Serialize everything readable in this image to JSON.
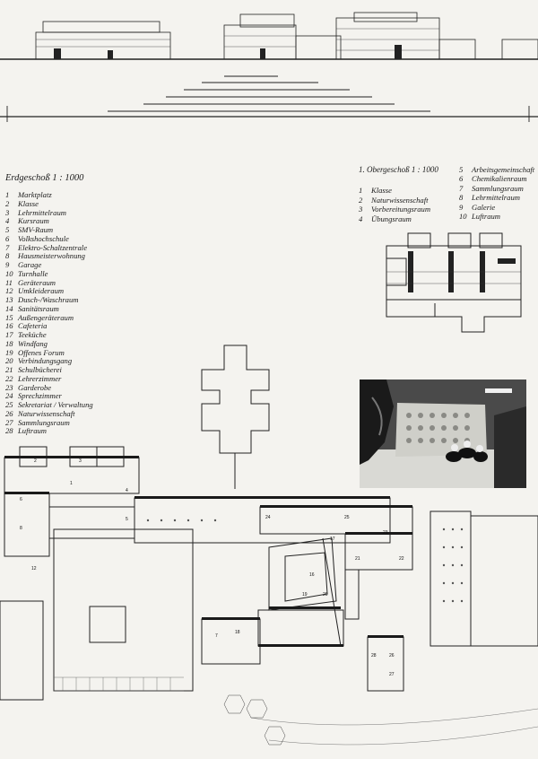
{
  "ground_floor": {
    "title": "Erdgeschoß 1 : 1000",
    "rooms": [
      {
        "n": "1",
        "label": "Marktplatz"
      },
      {
        "n": "2",
        "label": "Klasse"
      },
      {
        "n": "3",
        "label": "Lehrmittelraum"
      },
      {
        "n": "4",
        "label": "Kursraum"
      },
      {
        "n": "5",
        "label": "SMV-Raum"
      },
      {
        "n": "6",
        "label": "Volkshochschule"
      },
      {
        "n": "7",
        "label": "Elektro-Schaltzentrale"
      },
      {
        "n": "8",
        "label": "Hausmeisterwohnung"
      },
      {
        "n": "9",
        "label": "Garage"
      },
      {
        "n": "10",
        "label": "Turnhalle"
      },
      {
        "n": "11",
        "label": "Geräteraum"
      },
      {
        "n": "12",
        "label": "Umkleideraum"
      },
      {
        "n": "13",
        "label": "Dusch-/Waschraum"
      },
      {
        "n": "14",
        "label": "Sanitätsraum"
      },
      {
        "n": "15",
        "label": "Außengeräteraum"
      },
      {
        "n": "16",
        "label": "Cafeteria"
      },
      {
        "n": "17",
        "label": "Teeküche"
      },
      {
        "n": "18",
        "label": "Windfang"
      },
      {
        "n": "19",
        "label": "Offenes Forum"
      },
      {
        "n": "20",
        "label": "Verbindungsgang"
      },
      {
        "n": "21",
        "label": "Schulbücherei"
      },
      {
        "n": "22",
        "label": "Lehrerzimmer"
      },
      {
        "n": "23",
        "label": "Garderobe"
      },
      {
        "n": "24",
        "label": "Sprechzimmer"
      },
      {
        "n": "25",
        "label": "Sekretariat / Verwaltung"
      },
      {
        "n": "26",
        "label": "Naturwissenschaft"
      },
      {
        "n": "27",
        "label": "Sammlungsraum"
      },
      {
        "n": "28",
        "label": "Luftraum"
      }
    ]
  },
  "upper_floor": {
    "title": "1. Obergeschoß 1 : 1000",
    "rooms_left": [
      {
        "n": "1",
        "label": "Klasse"
      },
      {
        "n": "2",
        "label": "Naturwissenschaft"
      },
      {
        "n": "3",
        "label": "Vorbereitungsraum"
      },
      {
        "n": "4",
        "label": "Übungsraum"
      }
    ],
    "rooms_right": [
      {
        "n": "5",
        "label": "Arbeitsgemeinschaft"
      },
      {
        "n": "6",
        "label": "Chemikalienraum"
      },
      {
        "n": "7",
        "label": "Sammlungsraum"
      },
      {
        "n": "8",
        "label": "Lehrmittelraum"
      },
      {
        "n": "9",
        "label": "Galerie"
      },
      {
        "n": "10",
        "label": "Luftraum"
      }
    ]
  },
  "plan_labels": {
    "a": "1",
    "b": "2",
    "c": "3",
    "d": "4",
    "e": "5",
    "f": "6",
    "g": "7",
    "h": "8",
    "i": "12",
    "j": "16",
    "k": "17",
    "l": "18",
    "m": "19",
    "n": "20",
    "o": "21",
    "p": "22",
    "q": "23",
    "r": "24",
    "s": "25",
    "t": "26",
    "u": "27",
    "v": "28"
  }
}
